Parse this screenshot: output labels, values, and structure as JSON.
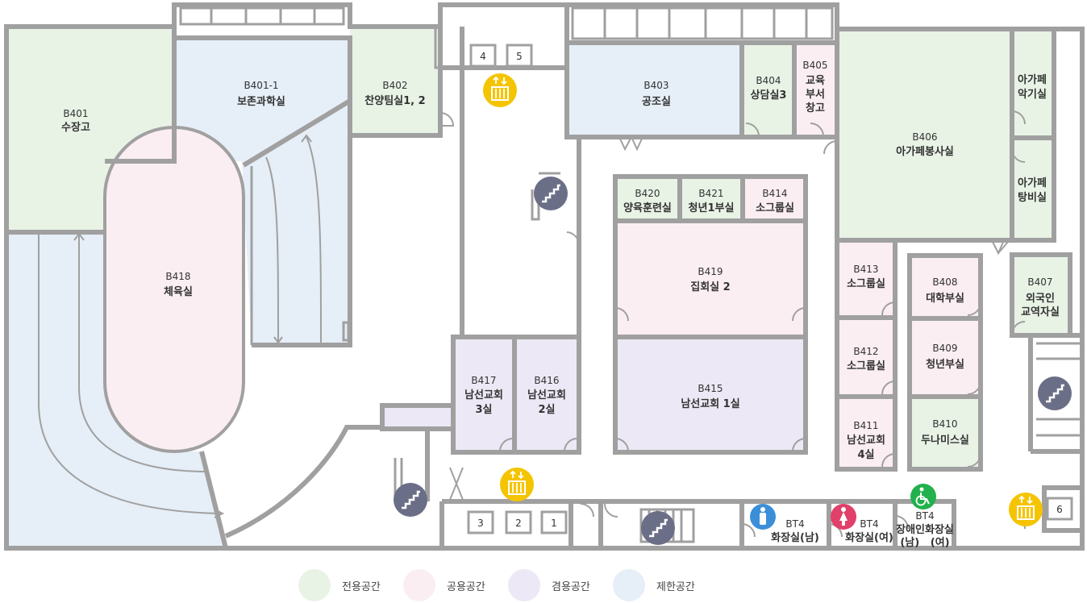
{
  "colors": {
    "dedicated": "#e8f3e6",
    "public": "#fbeef2",
    "shared": "#ece8f5",
    "restricted": "#e6eef7",
    "wall": "#a0a0a0",
    "elevator": "#f5c400",
    "stairs": "#6a6e86",
    "accessible": "#22b14c",
    "restroom_male": "#3b8fd8",
    "restroom_female": "#e0406a"
  },
  "rooms": {
    "b401": {
      "code": "B401",
      "name": "수장고"
    },
    "b401_1": {
      "code": "B401-1",
      "name": "보존과학실"
    },
    "b402": {
      "code": "B402",
      "name": "찬양팀실1, 2"
    },
    "b403": {
      "code": "B403",
      "name": "공조실"
    },
    "b404": {
      "code": "B404",
      "name": "상담실3"
    },
    "b405": {
      "code": "B405",
      "name_lines": [
        "교육",
        "부서",
        "창고"
      ]
    },
    "b406": {
      "code": "B406",
      "name": "아가페봉사실"
    },
    "agape_instrument": {
      "name_lines": [
        "아가페",
        "악기실"
      ]
    },
    "agape_water": {
      "name_lines": [
        "아가페",
        "탕비실"
      ]
    },
    "b407": {
      "code": "B407",
      "name_lines": [
        "외국인",
        "교역자실"
      ]
    },
    "b408": {
      "code": "B408",
      "name": "대학부실"
    },
    "b409": {
      "code": "B409",
      "name": "청년부실"
    },
    "b410": {
      "code": "B410",
      "name": "두나미스실"
    },
    "b411": {
      "code": "B411",
      "name_lines": [
        "남선교회",
        "4실"
      ]
    },
    "b412": {
      "code": "B412",
      "name": "소그룹실"
    },
    "b413": {
      "code": "B413",
      "name": "소그룹실"
    },
    "b414": {
      "code": "B414",
      "name": "소그룹실"
    },
    "b415": {
      "code": "B415",
      "name": "남선교회 1실"
    },
    "b416": {
      "code": "B416",
      "name_lines": [
        "남선교회",
        "2실"
      ]
    },
    "b417": {
      "code": "B417",
      "name_lines": [
        "남선교회",
        "3실"
      ]
    },
    "b418": {
      "code": "B418",
      "name": "체육실"
    },
    "b419": {
      "code": "B419",
      "name": "집회실 2"
    },
    "b420": {
      "code": "B420",
      "name": "양육훈련실"
    },
    "b421": {
      "code": "B421",
      "name": "청년1부실"
    }
  },
  "restrooms": {
    "male": {
      "code": "BT4",
      "name": "화장실(남)"
    },
    "female": {
      "code": "BT4",
      "name": "화장실(여)"
    },
    "accessible": {
      "code": "BT4",
      "name": "장애인화장실",
      "sub": "(남)   (여)"
    }
  },
  "elevator_numbers": [
    "1",
    "2",
    "3",
    "4",
    "5",
    "6"
  ],
  "legend": [
    {
      "label": "전용공간",
      "color": "#e8f3e6"
    },
    {
      "label": "공용공간",
      "color": "#fbeef2"
    },
    {
      "label": "겸용공간",
      "color": "#ece8f5"
    },
    {
      "label": "제한공간",
      "color": "#e6eef7"
    }
  ]
}
